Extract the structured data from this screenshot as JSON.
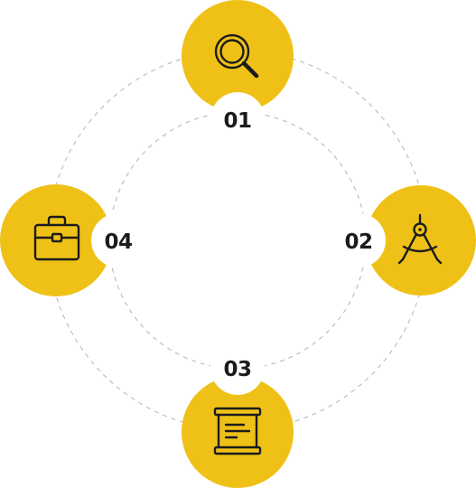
{
  "colors": {
    "accent": "#efc117",
    "ink": "#1c1c1c",
    "dash": "#b3b3b3"
  },
  "steps": [
    {
      "number": "01",
      "icon": "magnifier-icon"
    },
    {
      "number": "02",
      "icon": "drafting-compass-icon"
    },
    {
      "number": "03",
      "icon": "scroll-document-icon"
    },
    {
      "number": "04",
      "icon": "briefcase-icon"
    }
  ]
}
